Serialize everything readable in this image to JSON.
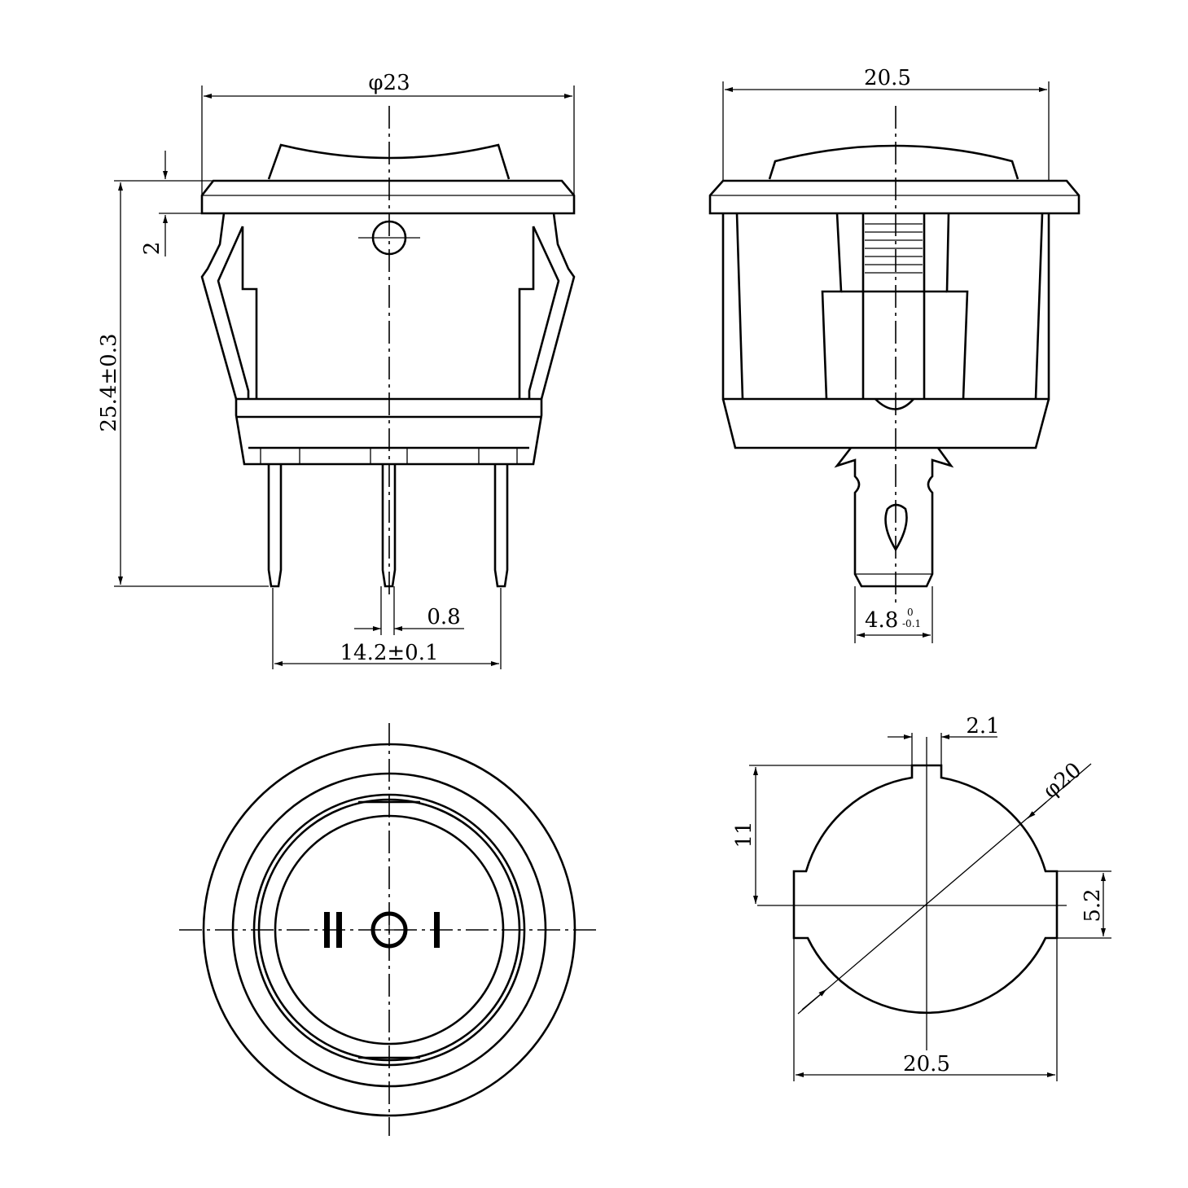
{
  "drawing": {
    "front_view": {
      "width_dim": "φ23",
      "flange_dim": "2",
      "height_dim": "25.4±0.3",
      "pin_width_dim": "0.8",
      "pin_pitch_dim": "14.2±0.1"
    },
    "side_view": {
      "width_dim": "20.5",
      "terminal_dim": "4.8",
      "terminal_tol_upper": "0",
      "terminal_tol_lower": "-0.1"
    },
    "top_view": {
      "symbol_off": "II",
      "symbol_on": "I"
    },
    "panel_cutout": {
      "notch_dim": "2.1",
      "diameter_dim": "φ20",
      "height_dim": "11",
      "side_notch_dim": "5.2",
      "width_dim": "20.5"
    },
    "colors": {
      "line": "#000000",
      "background": "#ffffff"
    }
  }
}
